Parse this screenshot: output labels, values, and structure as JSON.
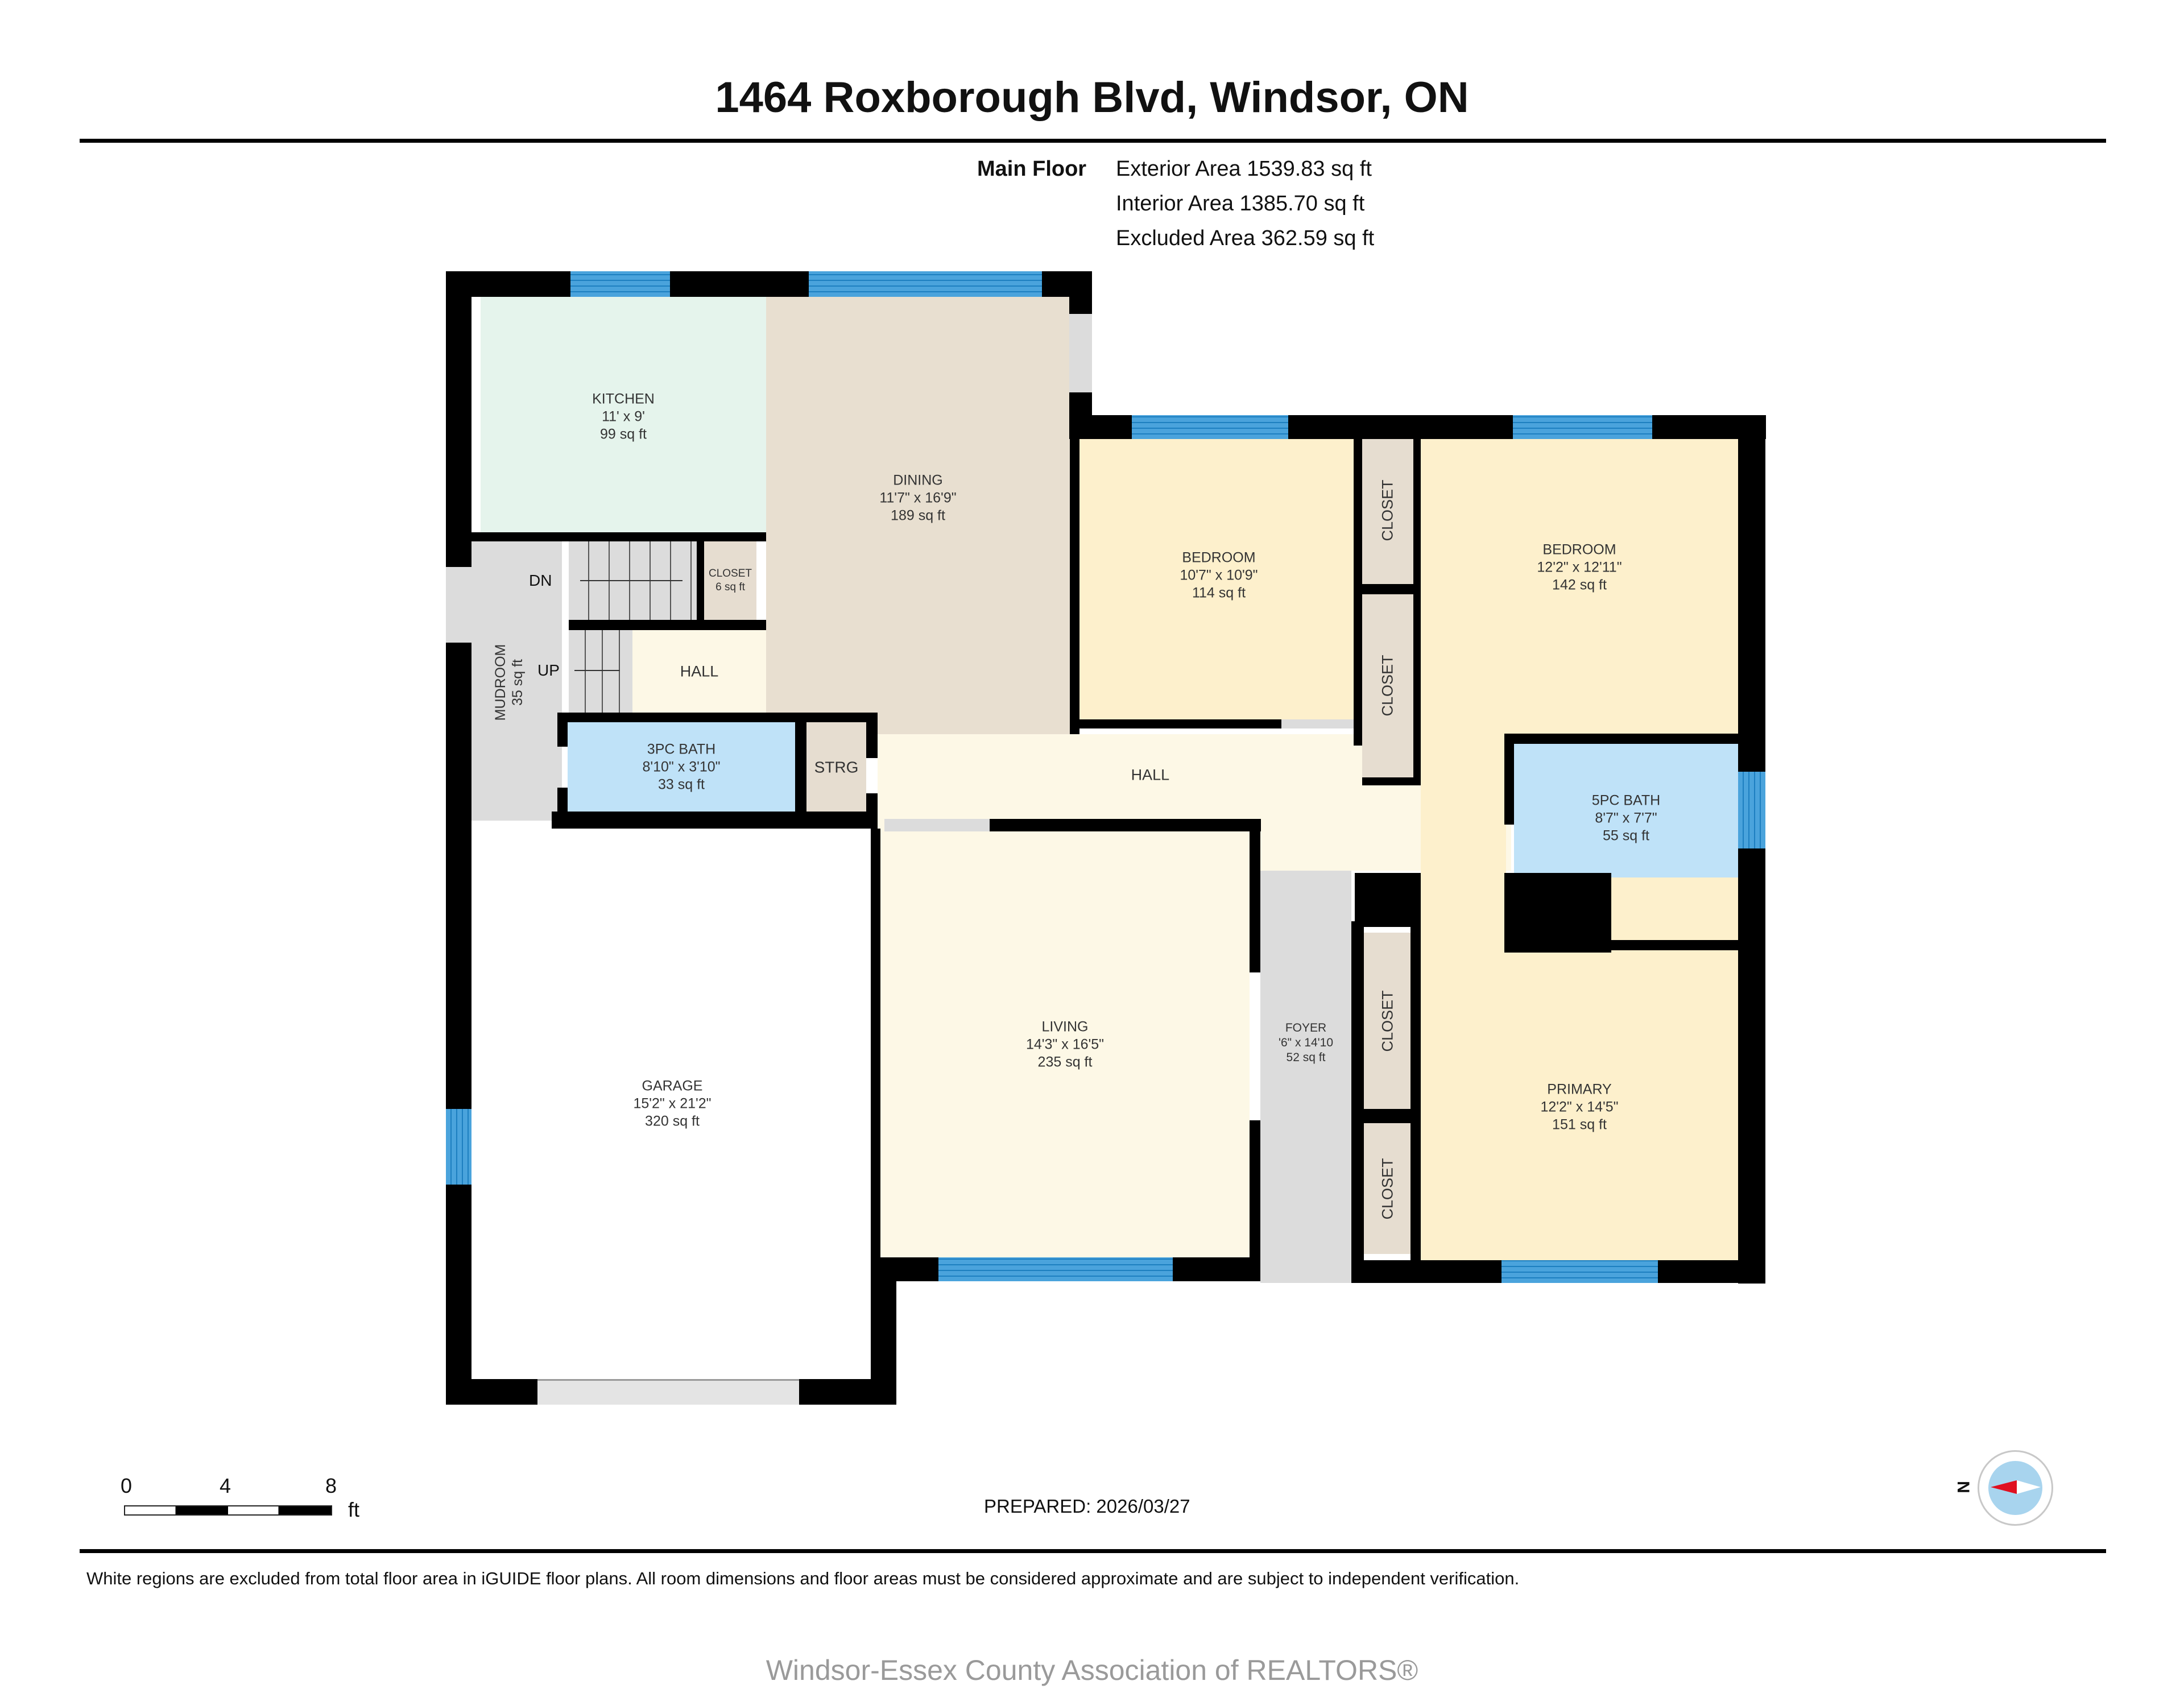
{
  "header": {
    "title": "1464 Roxborough Blvd, Windsor, ON"
  },
  "floor_summary": {
    "floor_name": "Main Floor",
    "exterior_area": "Exterior Area 1539.83 sq ft",
    "interior_area": "Interior Area 1385.70 sq ft",
    "excluded_area": "Excluded Area 362.59 sq ft"
  },
  "colors": {
    "wall": "#000000",
    "window": "#4aa3dc",
    "kitchen": "#e5f4ec",
    "dining": "#e8dfd0",
    "bedroom": "#fdf0cc",
    "bath": "#bfe2f8",
    "hall": "#fdf8e6",
    "living": "#fdf8e6",
    "utility_grey": "#dcdcdc",
    "closet": "#e6ddd0",
    "garage": "#ffffff",
    "compass_needle": "#e01020",
    "compass_face": "#a8d4ee"
  },
  "rooms": {
    "kitchen": {
      "name": "KITCHEN",
      "dims": "11' x 9'",
      "area": "99 sq ft"
    },
    "dining": {
      "name": "DINING",
      "dims": "11'7\" x 16'9\"",
      "area": "189 sq ft"
    },
    "bedroom1": {
      "name": "BEDROOM",
      "dims": "10'7\" x 10'9\"",
      "area": "114 sq ft"
    },
    "bedroom2": {
      "name": "BEDROOM",
      "dims": "12'2\" x 12'11\"",
      "area": "142 sq ft"
    },
    "closet_small": {
      "name": "CLOSET",
      "area": "6 sq ft"
    },
    "closet_a": {
      "name": "CLOSET"
    },
    "closet_b": {
      "name": "CLOSET"
    },
    "closet_c": {
      "name": "CLOSET"
    },
    "closet_d": {
      "name": "CLOSET"
    },
    "mudroom": {
      "name": "MUDROOM",
      "area": "35 sq ft"
    },
    "stairs_dn": "DN",
    "stairs_up": "UP",
    "hall_small": {
      "name": "HALL"
    },
    "hall_main": {
      "name": "HALL"
    },
    "bath3": {
      "name": "3PC BATH",
      "dims": "8'10\" x 3'10\"",
      "area": "33 sq ft"
    },
    "strg": {
      "name": "STRG"
    },
    "bath5": {
      "name": "5PC BATH",
      "dims": "8'7\" x 7'7\"",
      "area": "55 sq ft"
    },
    "living": {
      "name": "LIVING",
      "dims": "14'3\" x 16'5\"",
      "area": "235 sq ft"
    },
    "foyer": {
      "name": "FOYER",
      "dims": "'6\" x 14'10",
      "area": "52 sq ft"
    },
    "primary": {
      "name": "PRIMARY",
      "dims": "12'2\" x 14'5\"",
      "area": "151 sq ft"
    },
    "garage": {
      "name": "GARAGE",
      "dims": "15'2\" x 21'2\"",
      "area": "320 sq ft"
    }
  },
  "scale_bar": {
    "ticks": [
      "0",
      "4",
      "8"
    ],
    "unit": "ft"
  },
  "prepared": "PREPARED: 2026/03/27",
  "compass": {
    "label": "N"
  },
  "disclaimer": "White regions are excluded from total floor area in iGUIDE floor plans. All room dimensions and floor areas must be considered approximate and are subject to independent verification.",
  "watermark": "Windsor-Essex County Association of REALTORS®"
}
